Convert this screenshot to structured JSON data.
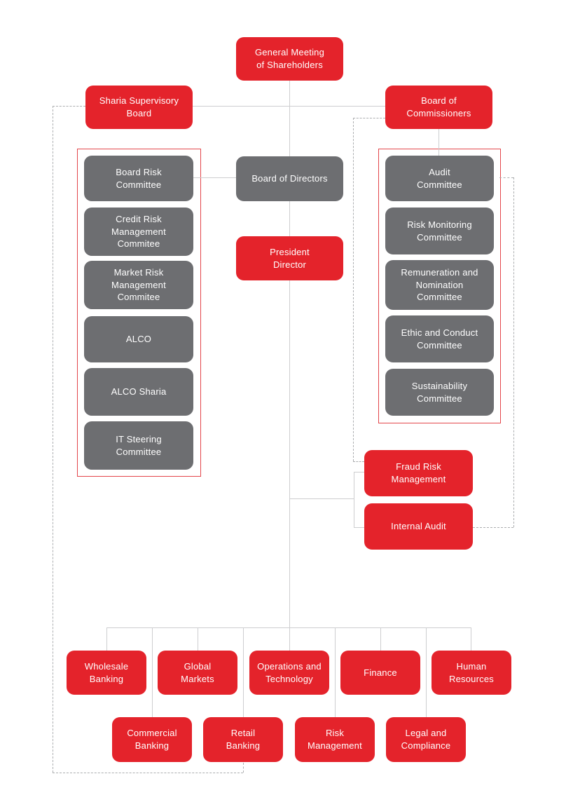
{
  "palette": {
    "red": "#E4232B",
    "gray": "#6D6E71",
    "line_solid": "#CDCED0",
    "line_dashed": "#ACAEB0",
    "group_border": "#E3454A",
    "text": "#FFFFFF",
    "background": "#FFFFFF"
  },
  "nodes": {
    "gms": {
      "label": "General Meeting\nof Shareholders",
      "style": "red"
    },
    "ssb": {
      "label": "Sharia Supervisory\nBoard",
      "style": "red"
    },
    "boc": {
      "label": "Board of\nCommissioners",
      "style": "red"
    },
    "bod": {
      "label": "Board of Directors",
      "style": "gray"
    },
    "pd": {
      "label": "President\nDirector",
      "style": "red"
    },
    "brc": {
      "label": "Board Risk\nCommittee",
      "style": "gray"
    },
    "crmc": {
      "label": "Credit Risk\nManagement\nCommitee",
      "style": "gray"
    },
    "mrmc": {
      "label": "Market Risk\nManagement\nCommitee",
      "style": "gray"
    },
    "alco": {
      "label": "ALCO",
      "style": "gray"
    },
    "alcos": {
      "label": "ALCO Sharia",
      "style": "gray"
    },
    "itsc": {
      "label": "IT Steering\nCommittee",
      "style": "gray"
    },
    "ac": {
      "label": "Audit\nCommittee",
      "style": "gray"
    },
    "rmc": {
      "label": "Risk Monitoring\nCommittee",
      "style": "gray"
    },
    "rnc": {
      "label": "Remuneration and\nNomination\nCommittee",
      "style": "gray"
    },
    "ecc": {
      "label": "Ethic and Conduct\nCommittee",
      "style": "gray"
    },
    "sc": {
      "label": "Sustainability\nCommittee",
      "style": "gray"
    },
    "frm": {
      "label": "Fraud Risk\nManagement",
      "style": "red"
    },
    "ia": {
      "label": "Internal Audit",
      "style": "red"
    },
    "wb": {
      "label": "Wholesale\nBanking",
      "style": "red"
    },
    "gmk": {
      "label": "Global\nMarkets",
      "style": "red"
    },
    "ot": {
      "label": "Operations and\nTechnology",
      "style": "red"
    },
    "fin": {
      "label": "Finance",
      "style": "red"
    },
    "hr": {
      "label": "Human\nResources",
      "style": "red"
    },
    "cb": {
      "label": "Commercial\nBanking",
      "style": "red"
    },
    "rb": {
      "label": "Retail\nBanking",
      "style": "red"
    },
    "rmg": {
      "label": "Risk\nManagement",
      "style": "red"
    },
    "lc": {
      "label": "Legal and\nCompliance",
      "style": "red"
    }
  }
}
